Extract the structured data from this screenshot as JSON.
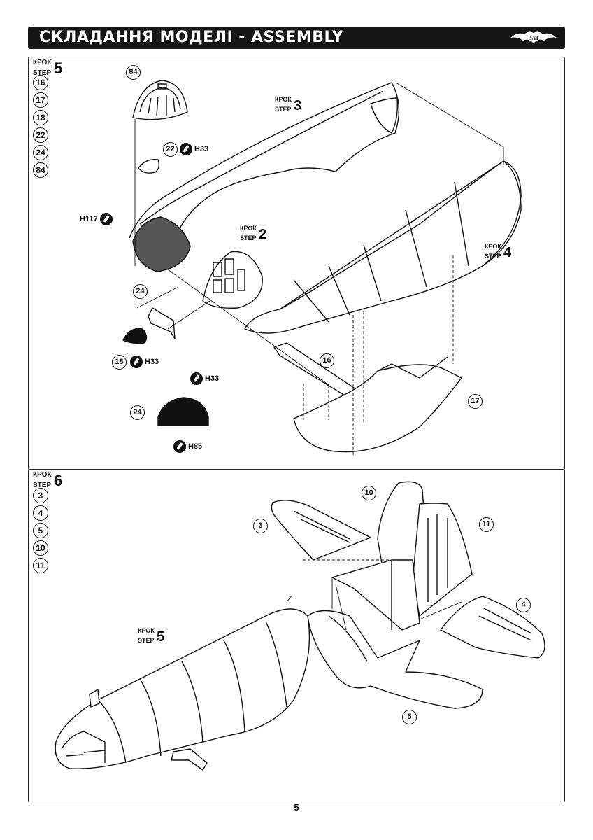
{
  "header": {
    "title": "СКЛАДАННЯ МОДЕЛІ - ASSEMBLY",
    "logo_text": "BAT"
  },
  "step5": {
    "krok": "КРОК",
    "step": "STEP",
    "number": "5",
    "parts": [
      "16",
      "17",
      "18",
      "22",
      "24",
      "84"
    ],
    "callouts": {
      "c84": "84",
      "c22": "22",
      "c24a": "24",
      "c18": "18",
      "c16": "16",
      "c17": "17",
      "c24b": "24"
    },
    "paints": {
      "p22": "H33",
      "p117": "H117",
      "p18": "H33",
      "p24_top": "H33",
      "p24_bottom": "H85"
    },
    "refs": {
      "step3": {
        "krok": "КРОК",
        "step": "STEP",
        "number": "3"
      },
      "step2": {
        "krok": "КРОК",
        "step": "STEP",
        "number": "2"
      },
      "step4": {
        "krok": "КРОК",
        "step": "STEP",
        "number": "4"
      }
    }
  },
  "step6": {
    "krok": "КРОК",
    "step": "STEP",
    "number": "6",
    "parts": [
      "3",
      "4",
      "5",
      "10",
      "11"
    ],
    "callouts": {
      "c3": "3",
      "c4": "4",
      "c5": "5",
      "c10": "10",
      "c11": "11"
    },
    "refs": {
      "step5": {
        "krok": "КРОК",
        "step": "STEP",
        "number": "5"
      }
    }
  },
  "page_number": "5"
}
